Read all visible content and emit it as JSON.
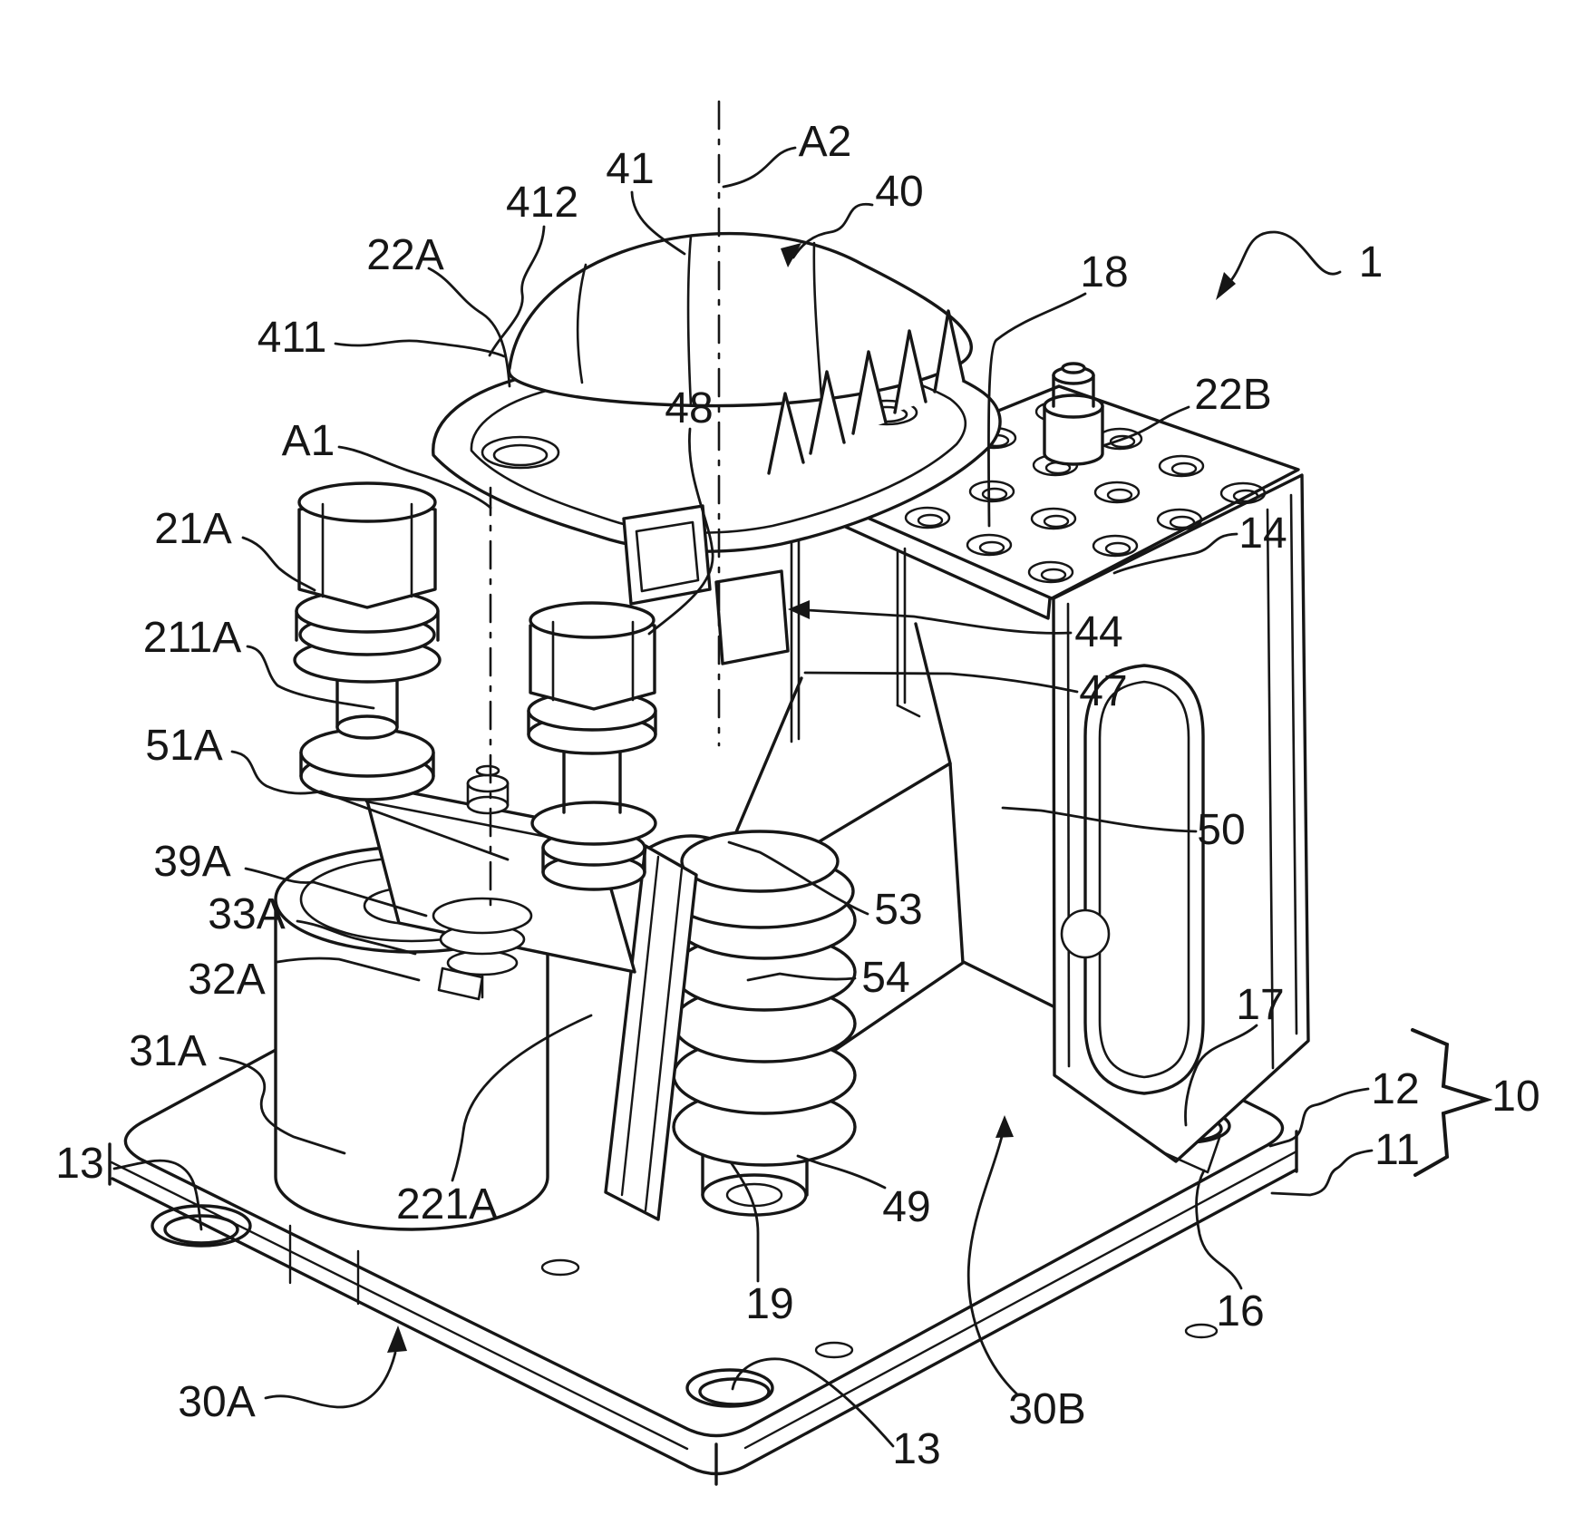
{
  "figure": {
    "kind": "patent-line-drawing",
    "background_color": "#ffffff",
    "line_color": "#161616",
    "labels": [
      {
        "name": "ref-41",
        "text": "41"
      },
      {
        "name": "axis-a2",
        "text": "A2"
      },
      {
        "name": "ref-412",
        "text": "412"
      },
      {
        "name": "ref-40",
        "text": "40"
      },
      {
        "name": "ref-22a",
        "text": "22A"
      },
      {
        "name": "ref-411",
        "text": "411"
      },
      {
        "name": "axis-a1",
        "text": "A1"
      },
      {
        "name": "ref-21a",
        "text": "21A"
      },
      {
        "name": "ref-18",
        "text": "18"
      },
      {
        "name": "ref-1",
        "text": "1"
      },
      {
        "name": "ref-22b",
        "text": "22B"
      },
      {
        "name": "ref-14",
        "text": "14"
      },
      {
        "name": "ref-211a",
        "text": "211A"
      },
      {
        "name": "ref-51a",
        "text": "51A"
      },
      {
        "name": "ref-48",
        "text": "48"
      },
      {
        "name": "ref-44",
        "text": "44"
      },
      {
        "name": "ref-47",
        "text": "47"
      },
      {
        "name": "ref-39a",
        "text": "39A"
      },
      {
        "name": "ref-33a",
        "text": "33A"
      },
      {
        "name": "ref-50",
        "text": "50"
      },
      {
        "name": "ref-32a",
        "text": "32A"
      },
      {
        "name": "ref-53",
        "text": "53"
      },
      {
        "name": "ref-54",
        "text": "54"
      },
      {
        "name": "ref-31a",
        "text": "31A"
      },
      {
        "name": "ref-17",
        "text": "17"
      },
      {
        "name": "ref-12",
        "text": "12"
      },
      {
        "name": "ref-11",
        "text": "11"
      },
      {
        "name": "ref-10",
        "text": "10"
      },
      {
        "name": "ref-13-left",
        "text": "13"
      },
      {
        "name": "ref-221a",
        "text": "221A"
      },
      {
        "name": "ref-49",
        "text": "49"
      },
      {
        "name": "ref-30a",
        "text": "30A"
      },
      {
        "name": "ref-19",
        "text": "19"
      },
      {
        "name": "ref-13-bottom",
        "text": "13"
      },
      {
        "name": "ref-30b",
        "text": "30B"
      },
      {
        "name": "ref-16",
        "text": "16"
      }
    ]
  }
}
